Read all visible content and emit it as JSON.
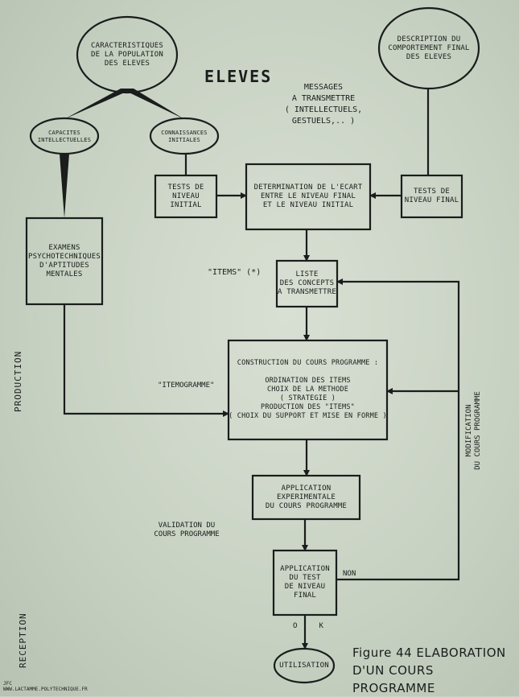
{
  "nodes": {
    "population": "Caracteristiques\nde la population\ndes eleves",
    "comportement_final": "Description du\ncomportement final\ndes eleves",
    "capacites": "Capacites\nintellectuelles",
    "connaissances": "Connaissances\ninitiales",
    "tests_initial": "Tests de\nniveau initial",
    "ecart": "Determination de l'ecart\nentre le niveau final\net le niveau initial",
    "tests_final": "Tests de\nniveau final",
    "examens": "Examens\npsychotechniques\nd'aptitudes\nmentales",
    "liste": "Liste\ndes concepts\na transmettre",
    "construction": "Construction du cours programme :\n\nOrdination des items\nChoix de la methode\n( strategie )\nProduction des \"items\"\n( choix du support et mise en forme )",
    "application": "Application experimentale\ndu cours programme",
    "test_final": "Application\ndu test\nde niveau final",
    "utilisation": "Utilisation"
  },
  "labels": {
    "eleves": "ELEVES",
    "messages": "Messages\na transmettre\n( intellectuels,\ngestuels,.. )",
    "items": "\"ITEMS\" (*)",
    "itemogramme": "\"ITEMOGRAMME\"",
    "validation": "Validation du\ncours programme",
    "non": "NON",
    "ok": "O     K",
    "modification": "Modification\ndu cours programme",
    "production": "PRODUCTION",
    "reception": "RECEPTION"
  },
  "caption": "Figure 44 ELABORATION\nD'UN COURS PROGRAMME",
  "credit": "JFC\nWWW.LACTAMME.POLYTECHNIQUE.FR",
  "colors": {
    "background": "#c9d3c5",
    "ink": "#1a1d1c"
  }
}
